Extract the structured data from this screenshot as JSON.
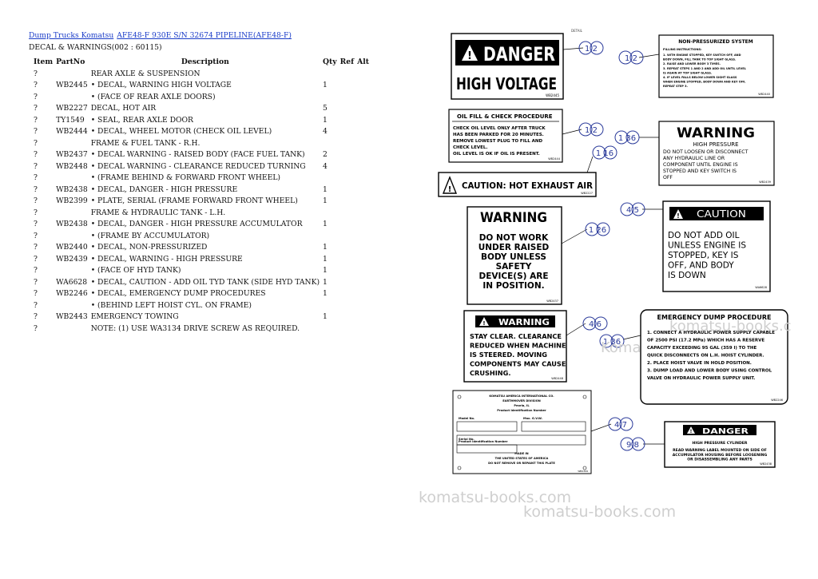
{
  "breadcrumb": {
    "link1": "Dump Trucks Komatsu",
    "link2": "AFE48-F 930E S/N 32674 PIPELINE(AFE48-F)"
  },
  "section_title": "DECAL & WARNINGS(002 : 60115)",
  "table": {
    "headers": [
      "Item",
      "PartNo",
      "Description",
      "Qty",
      "Ref",
      "Alt"
    ],
    "rows": [
      {
        "item": "?",
        "partno": "",
        "desc": "REAR AXLE & SUSPENSION",
        "qty": ""
      },
      {
        "item": "?",
        "partno": "WB2445",
        "desc": "• DECAL, WARNING HIGH VOLTAGE",
        "qty": "1"
      },
      {
        "item": "?",
        "partno": "",
        "desc": "• (FACE OF REAR AXLE DOORS)",
        "qty": ""
      },
      {
        "item": "?",
        "partno": "WB2227",
        "desc": "DECAL, HOT AIR",
        "qty": "5"
      },
      {
        "item": "?",
        "partno": "TY1549",
        "desc": "• SEAL, REAR AXLE DOOR",
        "qty": "1"
      },
      {
        "item": "?",
        "partno": "WB2444",
        "desc": "• DECAL, WHEEL MOTOR (CHECK OIL LEVEL)",
        "qty": "4"
      },
      {
        "item": "?",
        "partno": "",
        "desc": "FRAME & FUEL TANK - R.H.",
        "qty": ""
      },
      {
        "item": "?",
        "partno": "WB2437",
        "desc": "• DECAL WARNING - RAISED BODY (FACE FUEL TANK)",
        "qty": "2"
      },
      {
        "item": "?",
        "partno": "WB2448",
        "desc": "• DECAL WARNING - CLEARANCE REDUCED TURNING",
        "qty": "4"
      },
      {
        "item": "?",
        "partno": "",
        "desc": "• (FRAME BEHIND & FORWARD FRONT WHEEL)",
        "qty": ""
      },
      {
        "item": "?",
        "partno": "WB2438",
        "desc": "• DECAL, DANGER - HIGH PRESSURE",
        "qty": "1"
      },
      {
        "item": "?",
        "partno": "WB2399",
        "desc": "• PLATE, SERIAL (FRAME FORWARD FRONT WHEEL)",
        "qty": "1"
      },
      {
        "item": "?",
        "partno": "",
        "desc": "FRAME & HYDRAULIC TANK - L.H.",
        "qty": ""
      },
      {
        "item": "?",
        "partno": "WB2438",
        "desc": "• DECAL, DANGER - HIGH PRESSURE ACCUMULATOR",
        "qty": "1"
      },
      {
        "item": "?",
        "partno": "",
        "desc": "• (FRAME BY ACCUMULATOR)",
        "qty": ""
      },
      {
        "item": "?",
        "partno": "WB2440",
        "desc": "• DECAL, NON-PRESSURIZED",
        "qty": "1"
      },
      {
        "item": "?",
        "partno": "WB2439",
        "desc": "• DECAL, WARNING - HIGH PRESSURE",
        "qty": "1"
      },
      {
        "item": "?",
        "partno": "",
        "desc": "• (FACE OF HYD TANK)",
        "qty": "1"
      },
      {
        "item": "?",
        "partno": "WA6628",
        "desc": "• DECAL, CAUTION - ADD OIL TYD TANK (SIDE HYD TANK)",
        "qty": "1"
      },
      {
        "item": "?",
        "partno": "WB2246",
        "desc": "• DECAL, EMERGENCY DUMP PROCEDURES",
        "qty": "1"
      },
      {
        "item": "?",
        "partno": "",
        "desc": "• (BEHIND LEFT HOIST CYL. ON FRAME)",
        "qty": ""
      },
      {
        "item": "?",
        "partno": "WB2443",
        "desc": "EMERGENCY TOWING",
        "qty": "1"
      },
      {
        "item": "?",
        "partno": "",
        "desc": "NOTE: (1) USE WA3134 DRIVE SCREW AS REQUIRED.",
        "qty": ""
      }
    ]
  },
  "diagram": {
    "decals": {
      "high_voltage": {
        "word": "DANGER",
        "line": "HIGH VOLTAGE",
        "code": "WB2445"
      },
      "non_pressurized": {
        "title": "NON-PRESSURIZED SYSTEM",
        "sub": "FILLING INSTRUCTIONS:",
        "lines": [
          "1. WITH ENGINE STOPPED, KEY SWITCH OFF, AND",
          "BODY DOWN, FILL TANK TO TOP SIGHT GLASS.",
          "2. RAISE AND LOWER BODY 3 TIMES.",
          "3. REPEAT STEPS 1 AND 2 AND ADD OIL UNTIL LEVEL",
          "IS AGAIN AT TOP SIGHT GLASS.",
          "4. IF LEVEL FALLS BELOW LOWER SIGHT GLASS",
          "WHEN ENGINE STOPPED, BODY DOWN AND KEY OFF,",
          "REPEAT STEP 3."
        ],
        "code": "WB2440"
      },
      "oil_fill": {
        "title": "OIL FILL & CHECK PROCEDURE",
        "lines": [
          "CHECK OIL LEVEL ONLY AFTER TRUCK",
          "HAS BEEN PARKED FOR 20 MINUTES.",
          "REMOVE LOWEST PLUG TO FILL AND",
          "CHECK LEVEL.",
          "OIL LEVEL IS OK IF OIL IS PRESENT."
        ],
        "code": "WB2444"
      },
      "hot_exhaust": {
        "text": "CAUTION: HOT EXHAUST AIR",
        "code": "WB2227"
      },
      "warning_high_pressure": {
        "word": "WARNING",
        "sub": "HIGH PRESSURE",
        "lines": [
          "DO NOT LOOSEN OR DISCONNECT",
          "ANY HYDRAULIC LINE OR",
          "COMPONENT UNTIL ENGINE IS",
          "STOPPED AND KEY SWITCH IS",
          "OFF"
        ],
        "code": "WB2439"
      },
      "raised_body": {
        "word": "WARNING",
        "lines": [
          "DO NOT WORK",
          "UNDER RAISED",
          "BODY UNLESS",
          "SAFETY",
          "DEVICE(S) ARE",
          "IN POSITION."
        ],
        "code": "WB2437"
      },
      "caution_add_oil": {
        "word": "CAUTION",
        "lines": [
          "DO NOT ADD OIL",
          "UNLESS ENGINE IS",
          "STOPPED, KEY IS",
          "OFF, AND BODY",
          "IS DOWN"
        ],
        "code": "WA6628"
      },
      "clearance": {
        "word": "WARNING",
        "lines": [
          "STAY CLEAR. CLEARANCE",
          "REDUCED WHEN MACHINE",
          "IS STEERED.    MOVING",
          "COMPONENTS MAY CAUSE",
          "CRUSHING."
        ],
        "code": "WB2448"
      },
      "emergency_dump": {
        "title": "EMERGENCY DUMP PROCEDURE",
        "lines": [
          "1. CONNECT A HYDRAULIC POWER SUPPLY CAPABLE",
          "OF 2500 PSI (17.2 MPa) WHICH HAS A RESERVE",
          "CAPACITY EXCEEDING 95 GAL (359 l) TO THE",
          "QUICK DISCONNECTS ON L.H. HOIST CYLINDER.",
          "2. PLACE HOIST VALVE IN HOLD POSITION.",
          "3. DUMP LOAD AND LOWER BODY USING CONTROL",
          "VALVE ON HYDRAULIC POWER SUPPLY UNIT."
        ],
        "code": "WB2246"
      },
      "serial_plate": {
        "lines": [
          "KOMATSU AMERICA INTERNATIONAL CO.",
          "EARTHMOVER DIVISION",
          "Peoria, IL",
          "Product Identification Number",
          "Model No.",
          "Max. G.V.W.",
          "Serial No.",
          "Product Identification Number",
          "MADE IN",
          "THE UNITED STATES OF AMERICA",
          "DO NOT REMOVE OR REPAINT THIS PLATE"
        ],
        "code": "WB2399"
      },
      "danger_pressure": {
        "word": "DANGER",
        "sub": "HIGH PRESSURE CYLINDER",
        "lines": [
          "READ WARNING LABEL MOUNTED ON SIDE OF",
          "ACCUMULATOR HOUSING BEFORE LOOSENING",
          "OR DISASSEMBLING ANY PARTS"
        ],
        "code": "WB2438"
      }
    },
    "callouts": [
      "1 2",
      "1 2",
      "1 2",
      "1 36",
      "1 16",
      "1 26",
      "4 5",
      "4 6",
      "1 36",
      "4 7",
      "9 8"
    ],
    "tiny_label": "DETAIL"
  },
  "watermarks": [
    "komatsu-books.com",
    "komatsu-books.com",
    "komatsu-books.c",
    "Koma"
  ]
}
